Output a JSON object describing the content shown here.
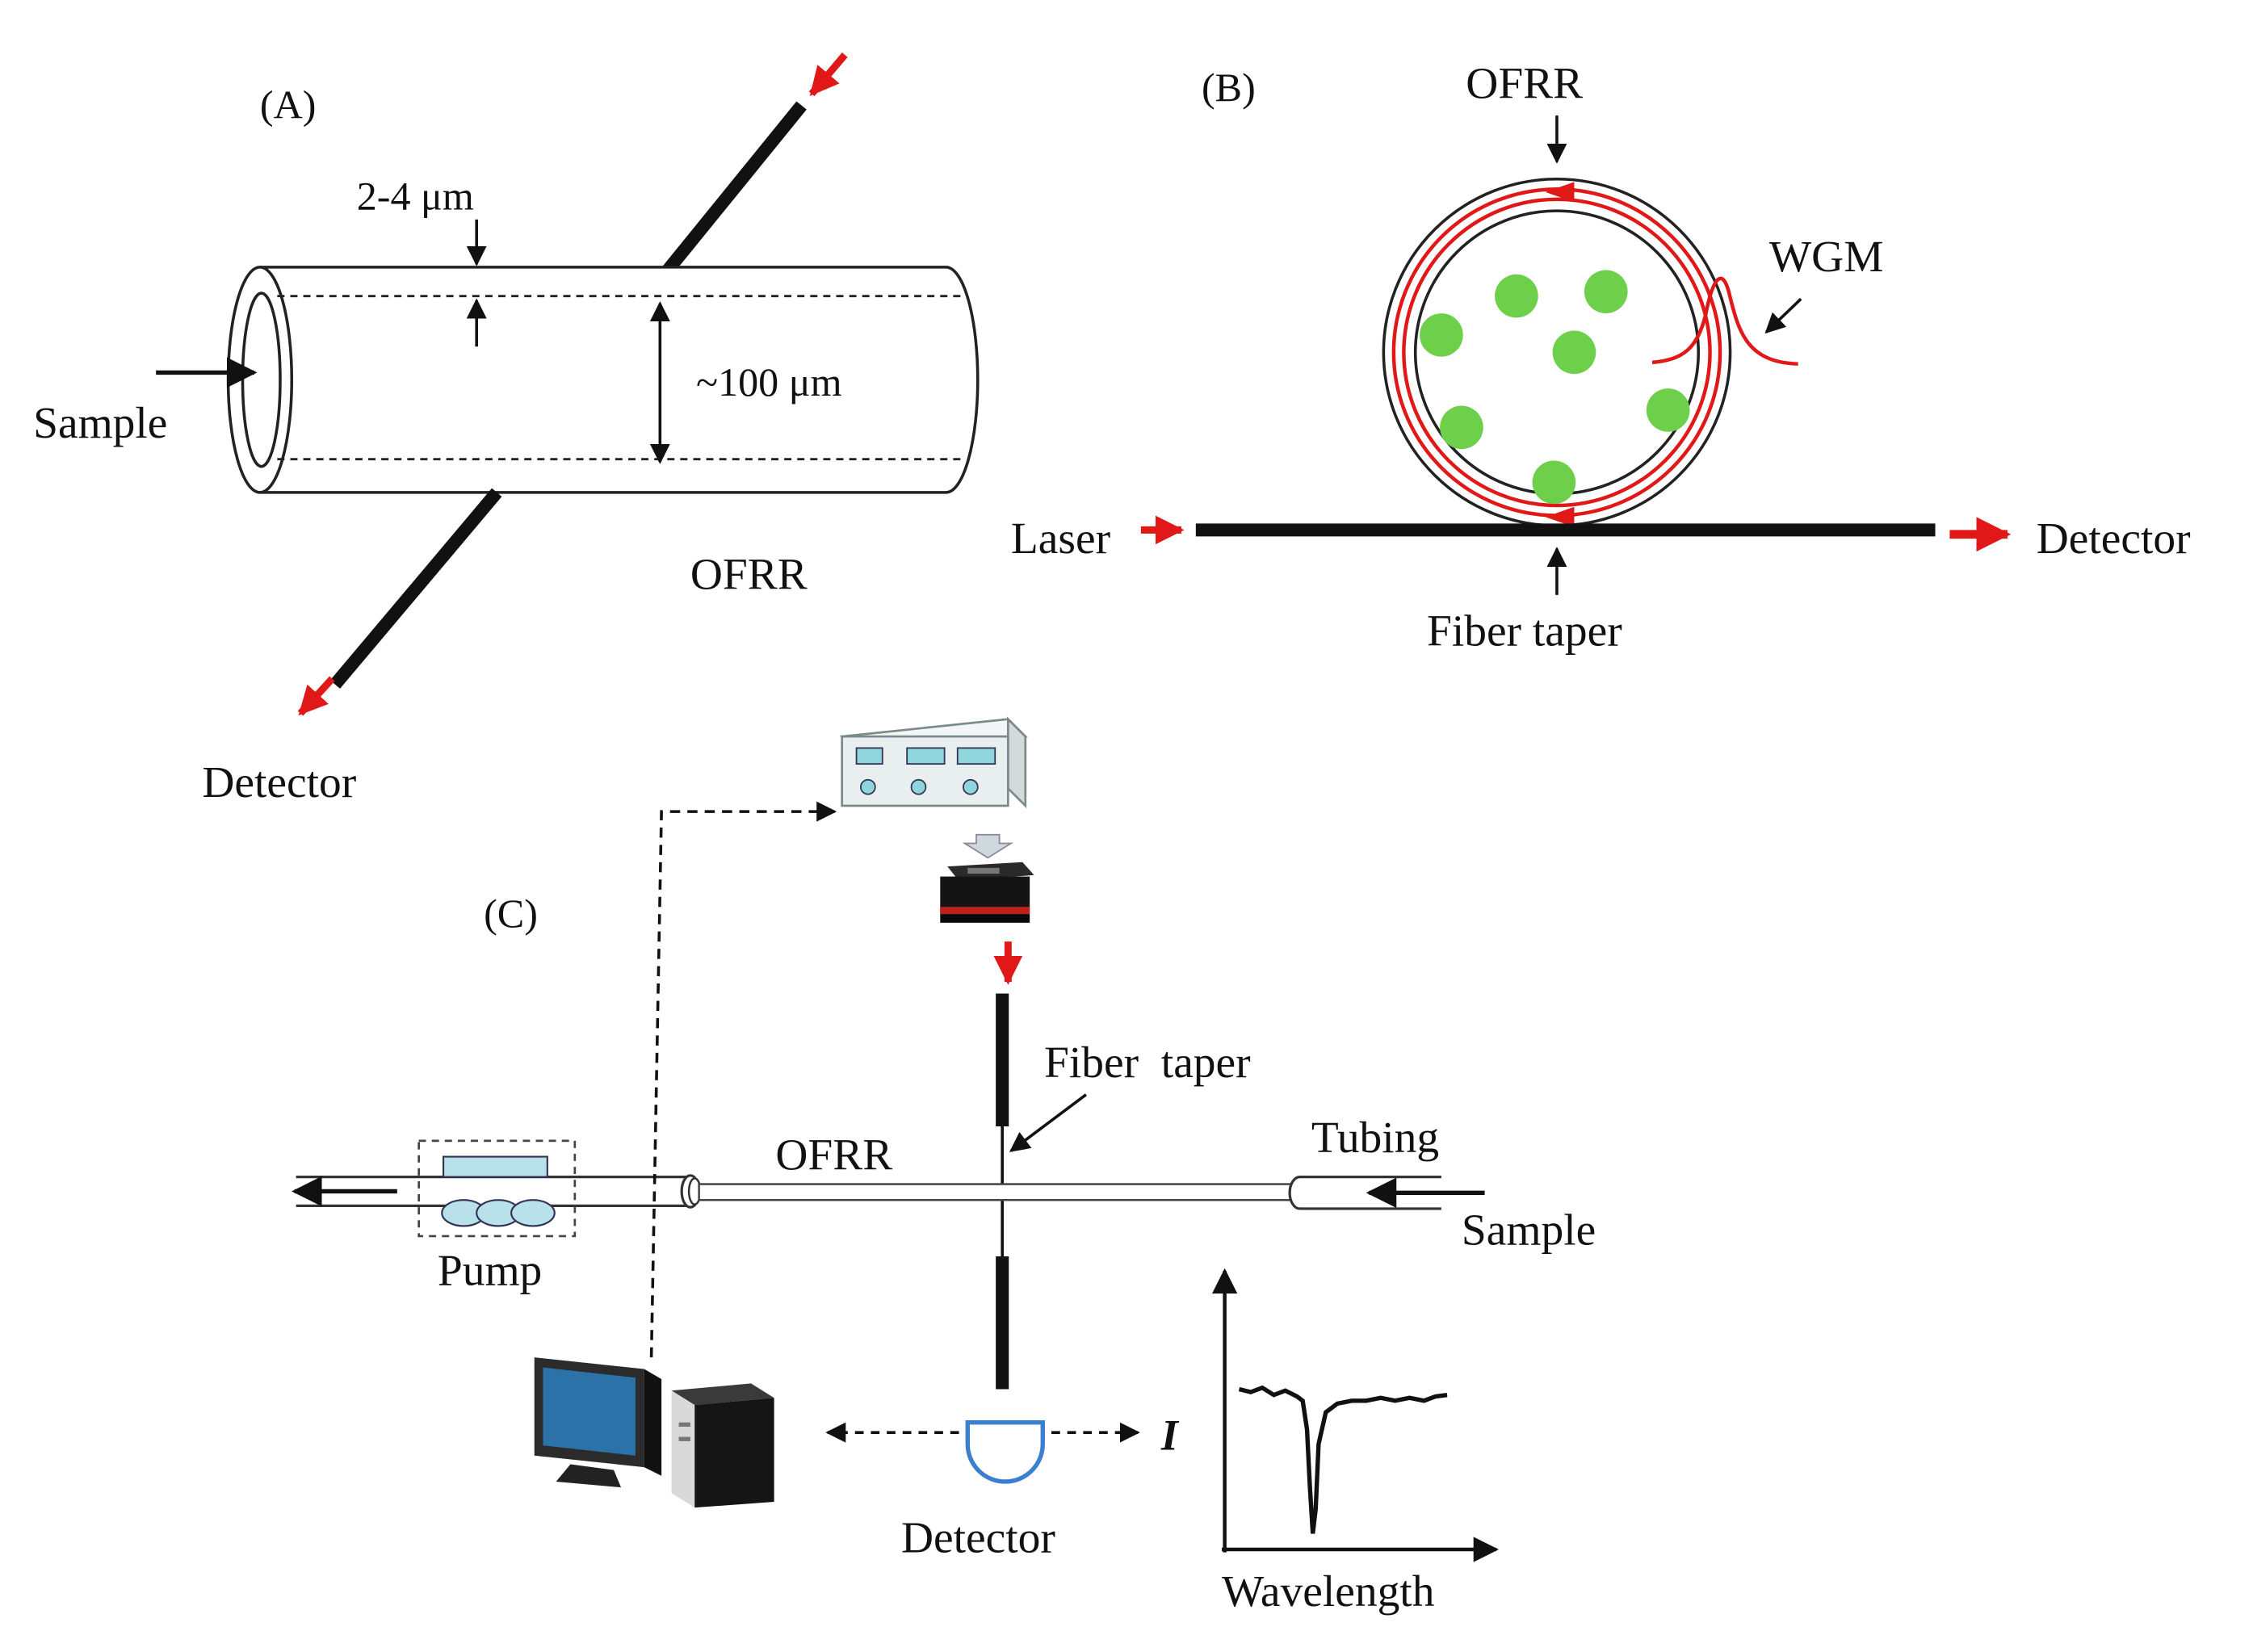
{
  "panel_a": {
    "label": "(A)",
    "wall_thickness": "2-4 μm",
    "diameter": "~100 μm",
    "sample": "Sample",
    "ofrr": "OFRR",
    "detector": "Detector"
  },
  "panel_b": {
    "label": "(B)",
    "ofrr": "OFRR",
    "wgm": "WGM",
    "laser": "Laser",
    "detector": "Detector",
    "fiber_taper": "Fiber taper"
  },
  "panel_c": {
    "label": "(C)",
    "fiber_taper": "Fiber  taper",
    "ofrr": "OFRR",
    "tubing": "Tubing",
    "sample": "Sample",
    "pump": "Pump",
    "detector": "Detector",
    "intensity_axis": "I",
    "wavelength_axis": "Wavelength"
  },
  "colors": {
    "fiber": "#111111",
    "light_arrow": "#e01818",
    "particles": "#6dcf4a",
    "detector_outline": "#3a7fd0",
    "pump_fill": "#b9e1ea"
  }
}
